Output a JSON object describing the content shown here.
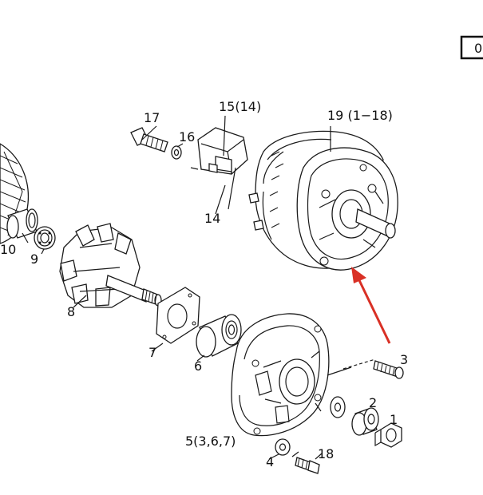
{
  "figure": {
    "callouts": {
      "p1": "1",
      "p2": "2",
      "p3": "3",
      "p4": "4",
      "p5": "5(3,6,7)",
      "p6": "6",
      "p7": "7",
      "p8": "8",
      "p9": "9",
      "p10": "10",
      "p14": "14",
      "p15": "15(14)",
      "p16": "16",
      "p17": "17",
      "p18": "18",
      "p19": "19 (1−18)"
    },
    "corner_box": "0",
    "arrow_color": "#d93025"
  }
}
